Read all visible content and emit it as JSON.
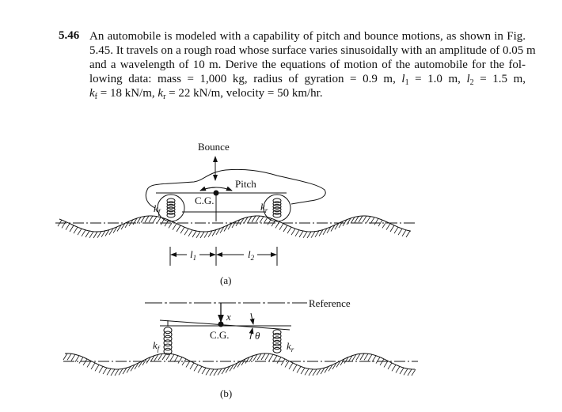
{
  "problem": {
    "number": "5.46",
    "lines": [
      "An automobile is modeled with a capability of pitch and bounce motions, as shown in Fig.",
      "5.45. It travels on a rough road whose surface varies sinusoidally with an amplitude of 0.05 m",
      "and a wavelength of 10 m. Derive the equations of motion of the automobile for the fol-"
    ],
    "line4": {
      "a": "lowing data: mass = 1,000 kg, radius of gyration = 0.9 m,",
      "l": "l",
      "sub1": "1",
      "b": " = 1.0 m,",
      "sub2": "2",
      "c": " = 1.5 m,"
    },
    "line5": {
      "k": "k",
      "subf": "f",
      "a": " = 18 kN/m,",
      "subr": "r",
      "b": " = 22 kN/m, velocity = 50 km/hr."
    }
  },
  "figure_a": {
    "bounce": "Bounce",
    "pitch": "Pitch",
    "cg": "C.G.",
    "kf": "k",
    "kf_sub": "f",
    "kr": "k",
    "kr_sub": "r",
    "l1": "l",
    "l1_sub": "1",
    "l2": "l",
    "l2_sub": "2",
    "caption": "(a)"
  },
  "figure_b": {
    "reference": "Reference",
    "x": "x",
    "cg": "C.G.",
    "theta": "θ",
    "kf": "k",
    "kf_sub": "f",
    "kr": "k",
    "kr_sub": "r",
    "caption": "(b)"
  }
}
